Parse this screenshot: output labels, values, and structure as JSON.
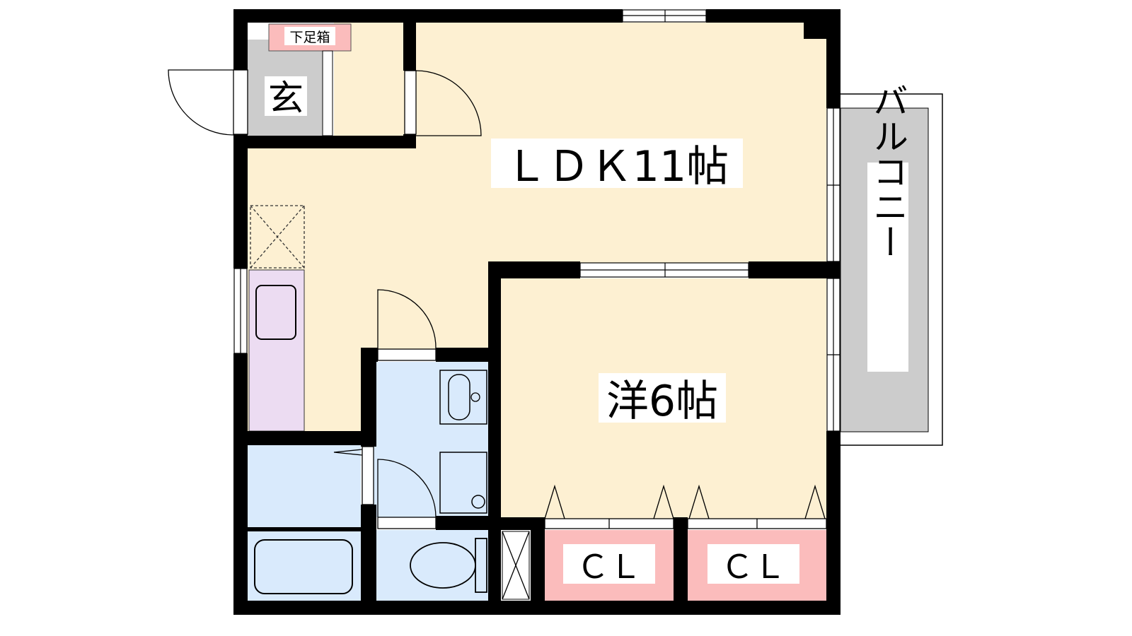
{
  "labels": {
    "ldk": "ＬＤＫ11帖",
    "western": "洋6帖",
    "genkan": "玄",
    "shoe_box": "下足箱",
    "balcony": "バルコニー",
    "closet_1": "ＣＬ",
    "closet_2": "ＣＬ"
  },
  "colors": {
    "wall": "#000000",
    "living": "#fdf0d2",
    "wet_area": "#d9eafc",
    "closet": "#fbbcbc",
    "kitchen": "#ecdcf2",
    "genkan": "#cccccc",
    "balcony": "#cccccc"
  }
}
